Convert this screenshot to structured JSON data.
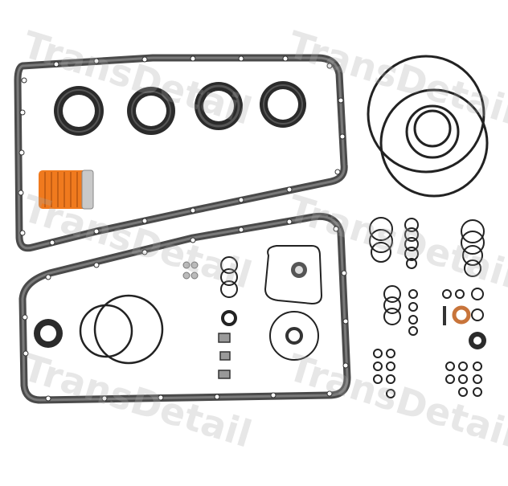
{
  "image": {
    "subject": "transmission overhaul gasket and seal kit",
    "background": "#ffffff",
    "colors": {
      "gasket": "#5a5a5a",
      "gasket_edge": "#3a3a3a",
      "seal_rubber": "#2b2b2b",
      "filter_orange": "#f07a1e",
      "copper_washer": "#c8743a"
    }
  },
  "watermark": {
    "text": "TransDetail"
  },
  "parts": [
    {
      "name": "upper-oil-pan-gasket",
      "kind": "gasket"
    },
    {
      "name": "lower-oil-pan-gasket",
      "kind": "gasket"
    },
    {
      "name": "oil-filter",
      "kind": "filter",
      "color": "#f07a1e"
    },
    {
      "name": "shaft-seals",
      "kind": "seal",
      "count": 4
    },
    {
      "name": "large-sealing-rings",
      "kind": "ring"
    },
    {
      "name": "o-rings",
      "kind": "o-ring"
    },
    {
      "name": "copper-washer",
      "kind": "washer",
      "color": "#c8743a"
    }
  ]
}
